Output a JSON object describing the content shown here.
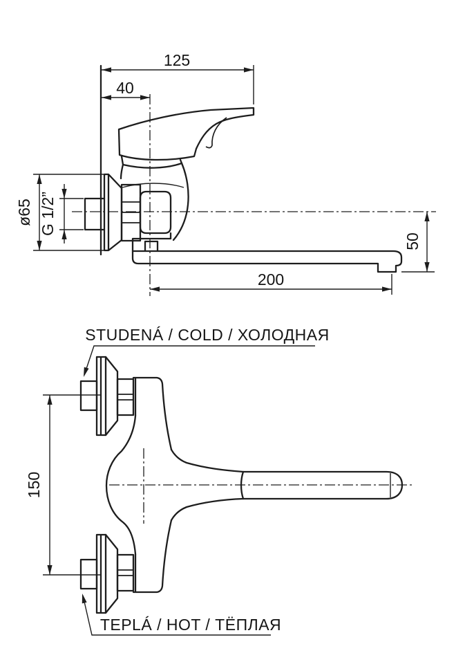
{
  "drawing": {
    "background": "#ffffff",
    "line_color": "#1d1d1d",
    "side_view": {
      "dim_handle_length": "125",
      "dim_handle_offset": "40",
      "dim_flange_diameter": "ø65",
      "dim_thread": "G 1/2”",
      "dim_spout_drop": "50",
      "dim_spout_reach": "200"
    },
    "front_view": {
      "dim_inlet_spacing": "150",
      "label_cold": "STUDENÁ / COLD / ХОЛОДНАЯ",
      "label_hot": "TEPLÁ / HOT / ТЁПЛАЯ"
    }
  }
}
